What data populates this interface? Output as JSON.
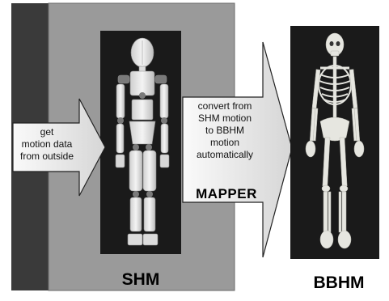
{
  "diagram": {
    "input_arrow_lines": [
      "get",
      "motion data",
      "from outside"
    ],
    "convert_arrow_lines": [
      "convert from",
      "SHM motion",
      "to BBHM",
      "motion",
      "automatically"
    ],
    "mapper_label": "MAPPER",
    "shm_label": "SHM",
    "bbhm_label": "BBHM",
    "colors": {
      "panel_dark": "#3a3a3a",
      "panel_gray": "#9a9a9a",
      "figure_bg": "#1a1a1a",
      "arrow_fill": "#f0f0f0",
      "bone": "#e6e6e0"
    }
  }
}
